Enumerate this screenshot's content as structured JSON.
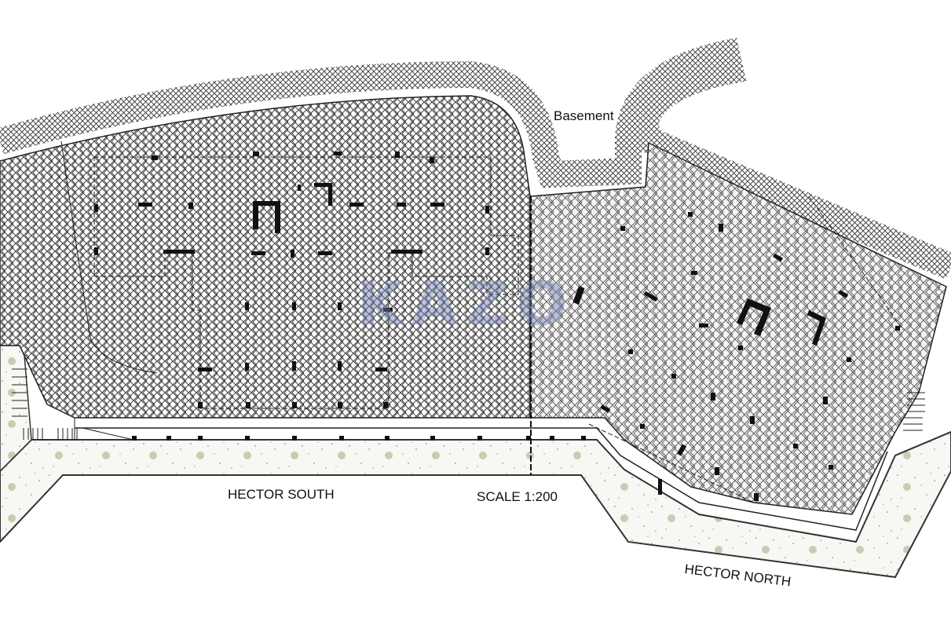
{
  "labels": {
    "basement": "Basement",
    "hector_south": "HECTOR SOUTH",
    "scale": "SCALE 1:200",
    "hector_north": "HECTOR NORTH"
  },
  "watermark": {
    "text": "KAZO"
  },
  "colors": {
    "hatch": "#333333",
    "road_dots": "#b8bca0",
    "watermark": "#6e7daf"
  }
}
